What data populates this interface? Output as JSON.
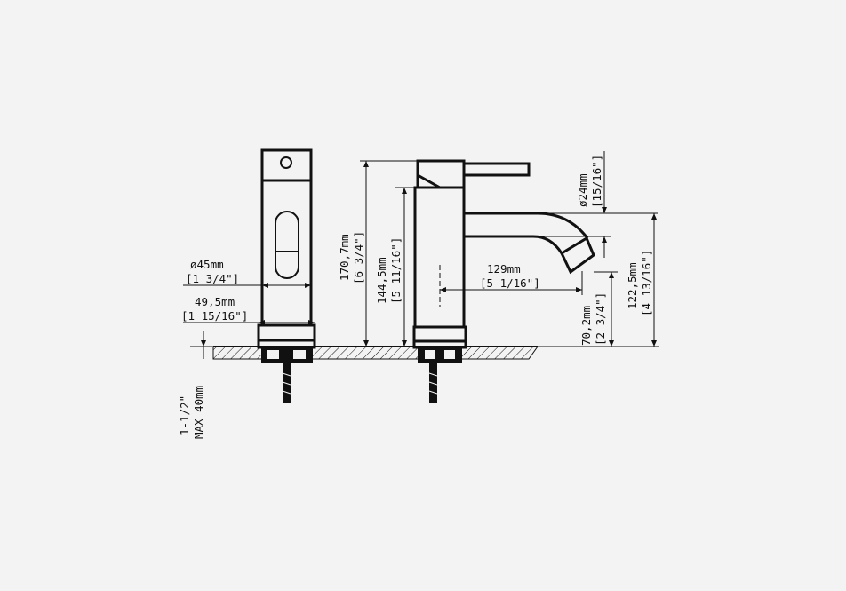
{
  "colors": {
    "background": "#f3f3f3",
    "ink": "#111111"
  },
  "dimensions": {
    "body_diameter_mm": "ø45mm",
    "body_diameter_in": "[1 3/4\"]",
    "base_diameter_mm": "49,5mm",
    "base_diameter_in": "[1 15/16\"]",
    "mounting_hole": "1-1/2\"",
    "max_deck": "MAX 40mm",
    "overall_height_mm": "170,7mm",
    "overall_height_in": "[6 3/4\"]",
    "body_height_mm": "144,5mm",
    "body_height_in": "[5 11/16\"]",
    "spout_reach_mm": "129mm",
    "spout_reach_in": "[5 1/16\"]",
    "spout_diameter_mm": "ø24mm",
    "spout_diameter_in": "[15/16\"]",
    "outlet_height_mm": "70,2mm",
    "outlet_height_in": "[2 3/4\"]",
    "spout_height_mm": "122,5mm",
    "spout_height_in": "[4 13/16\"]"
  }
}
